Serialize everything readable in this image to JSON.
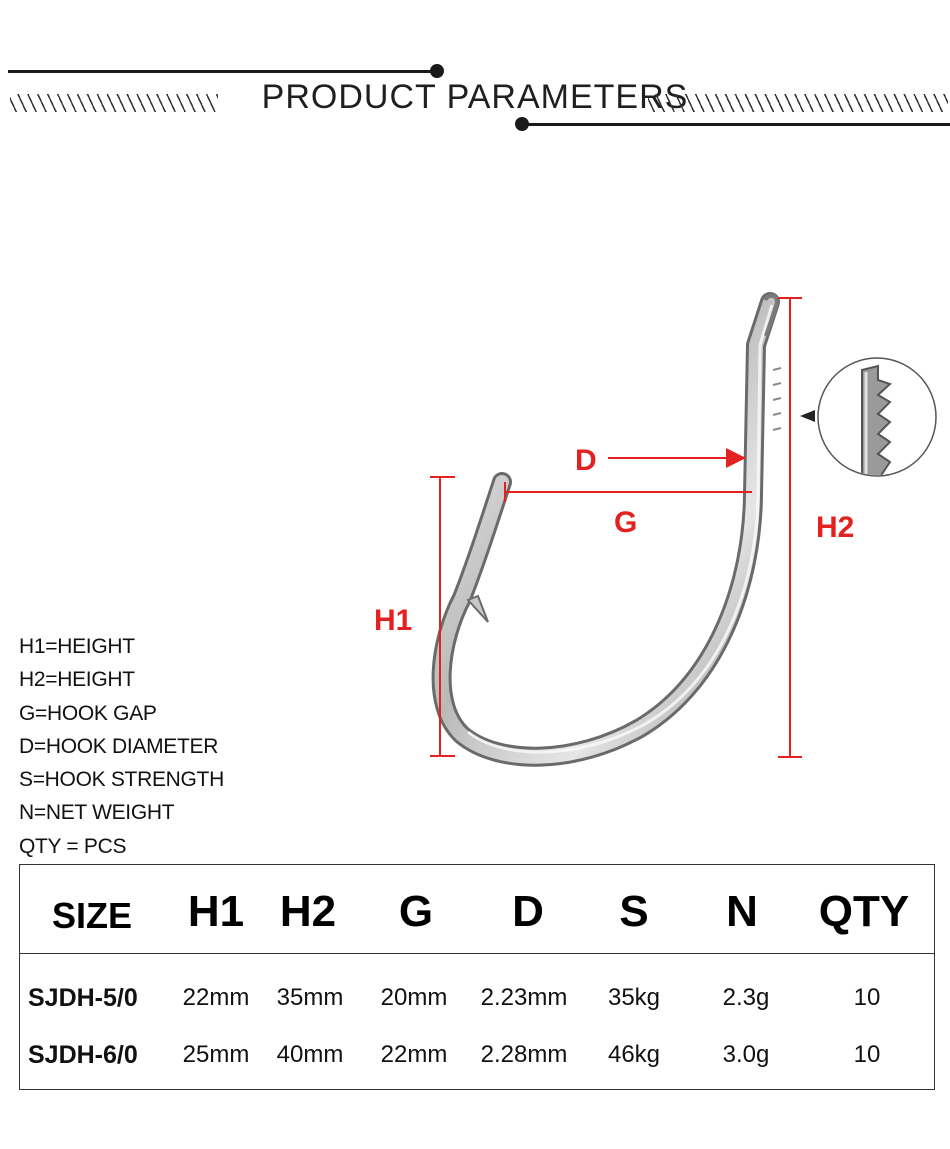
{
  "header": {
    "title": "PRODUCT PARAMETERS"
  },
  "colors": {
    "accent_red": "#e32121",
    "line_dark": "#1a1a1a"
  },
  "diagram": {
    "labels": {
      "d": "D",
      "g": "G",
      "h1": "H1",
      "h2": "H2"
    }
  },
  "legend": [
    "H1=HEIGHT",
    "H2=HEIGHT",
    "G=HOOK GAP",
    "D=HOOK DIAMETER",
    "S=HOOK STRENGTH",
    "N=NET WEIGHT",
    "QTY = PCS"
  ],
  "table": {
    "headers": [
      "SIZE",
      "H1",
      "H2",
      "G",
      "D",
      "S",
      "N",
      "QTY"
    ],
    "rows": [
      [
        "SJDH-5/0",
        "22mm",
        "35mm",
        "20mm",
        "2.23mm",
        "35kg",
        "2.3g",
        "10"
      ],
      [
        "SJDH-6/0",
        "25mm",
        "40mm",
        "22mm",
        "2.28mm",
        "46kg",
        "3.0g",
        "10"
      ]
    ]
  }
}
